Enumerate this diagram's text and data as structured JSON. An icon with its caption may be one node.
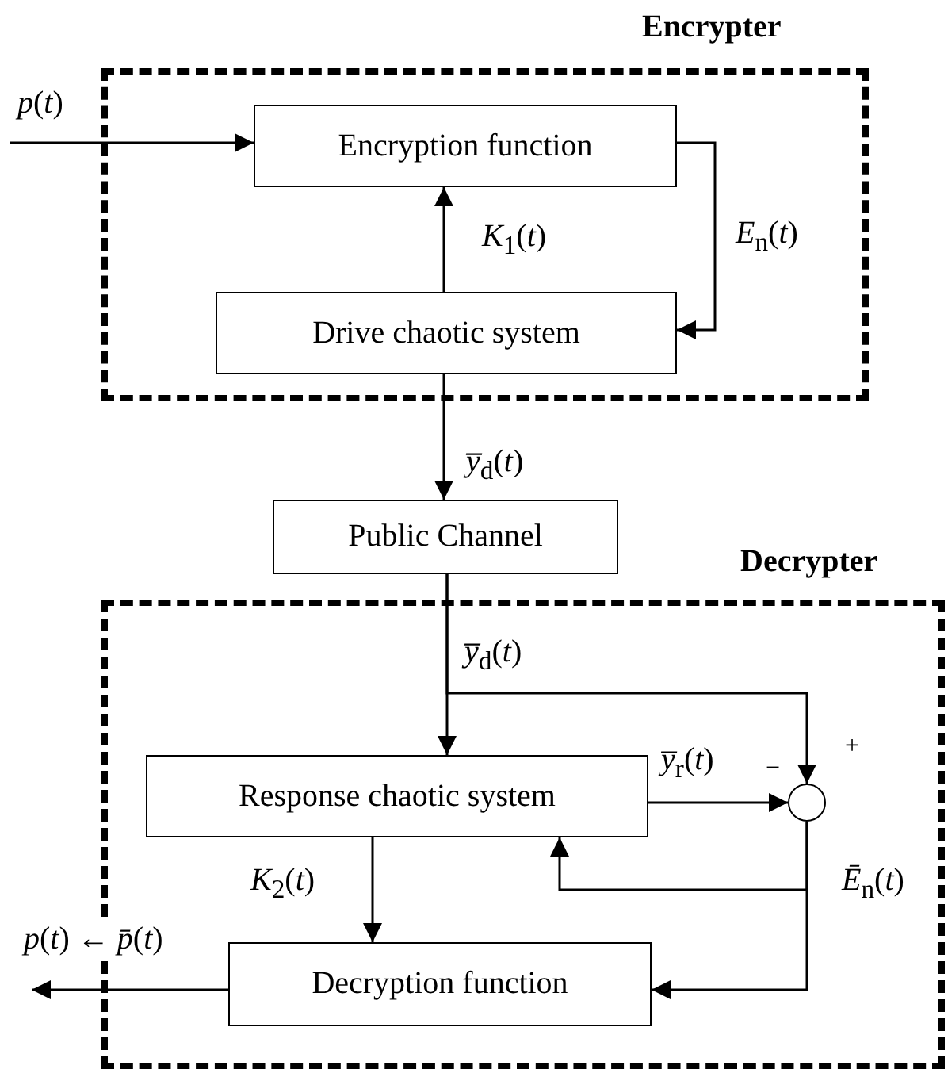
{
  "diagram": {
    "nodes": [
      {
        "text": [
          "Encrypter"
        ]
      },
      {
        "text": [
          "Encryption function"
        ],
        "in": 0
      },
      {
        "text": [
          "Drive chaotic system"
        ],
        "in": 0
      },
      {
        "text": [
          "Public Channel"
        ]
      },
      {
        "text": [
          "Decrypter"
        ]
      },
      {
        "text": [
          "Response chaotic system"
        ],
        "in": 4
      },
      {
        "text": [],
        "shape": "circle",
        "in": 4
      },
      {
        "text": [
          "Decryption function"
        ],
        "in": 4
      }
    ],
    "edges": [
      {
        "from": null,
        "to": 1,
        "arrow": "to",
        "label": "*p*(*t*)"
      },
      {
        "from": 2,
        "to": 1,
        "arrow": "to",
        "label": "*K*$_{1}$(*t*)"
      },
      {
        "from": 1,
        "to": 2,
        "arrow": "to",
        "label": "*E*$_{n}$(*t*)"
      },
      {
        "from": 2,
        "to": 3,
        "arrow": "to",
        "label": "*y̅*$_{d}$(*t*)"
      },
      {
        "from": 3,
        "to": 5,
        "arrow": "to",
        "label": "*y̅*$_{d}$(*t*)"
      },
      {
        "from": 3,
        "to": 6,
        "arrow": "to"
      },
      {
        "from": 5,
        "to": 6,
        "arrow": "to",
        "label": "*y̅*$_{r}$(*t*)"
      },
      {
        "from": 6,
        "to": 5,
        "arrow": "to"
      },
      {
        "from": 6,
        "to": 7,
        "arrow": "to",
        "label": "*Ē*$_{n}$(*t*)"
      },
      {
        "from": 5,
        "to": 7,
        "arrow": "to",
        "label": "*K*$_{2}$(*t*)"
      },
      {
        "from": 7,
        "to": null,
        "arrow": "to",
        "label": "*p*(*t*) ← *p̄*(*t*)"
      }
    ],
    "labels": [
      "−",
      "+"
    ]
  }
}
